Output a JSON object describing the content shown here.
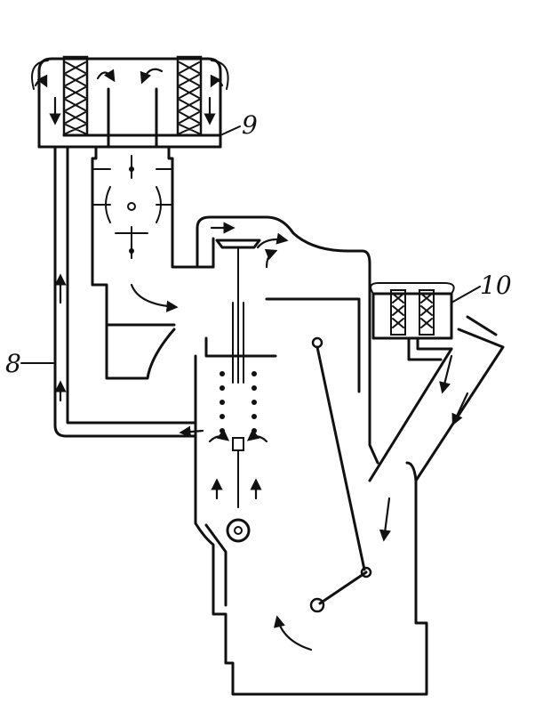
{
  "diagram": {
    "labels": {
      "air_cleaner_number": "9",
      "breather_filter_number": "10",
      "vent_tube_number": "8"
    }
  }
}
